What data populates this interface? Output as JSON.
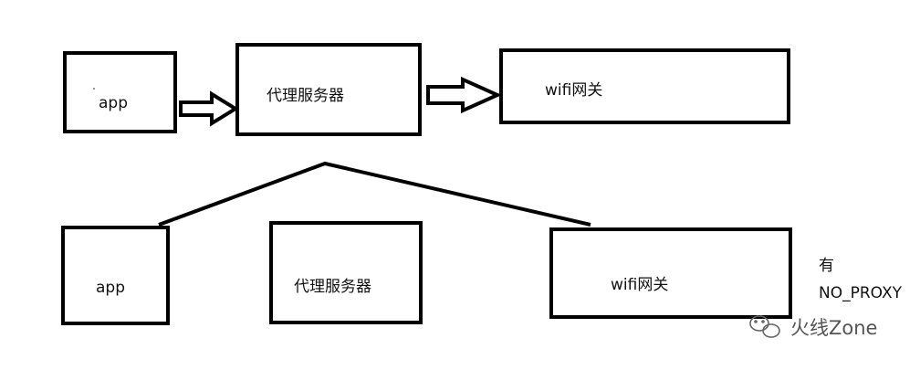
{
  "top_row": {
    "app_label": "app",
    "proxy_label": "代理服务器",
    "gateway_label": "wifi网关"
  },
  "bottom_row": {
    "app_label": "app",
    "proxy_label": "代理服务器",
    "gateway_label": "wifi网关",
    "note_line1": "有",
    "note_line2": "NO_PROXY"
  },
  "watermark": {
    "text": "火线Zone"
  },
  "colors": {
    "stroke": "#000000",
    "background": "#ffffff",
    "watermark": "#555555"
  }
}
